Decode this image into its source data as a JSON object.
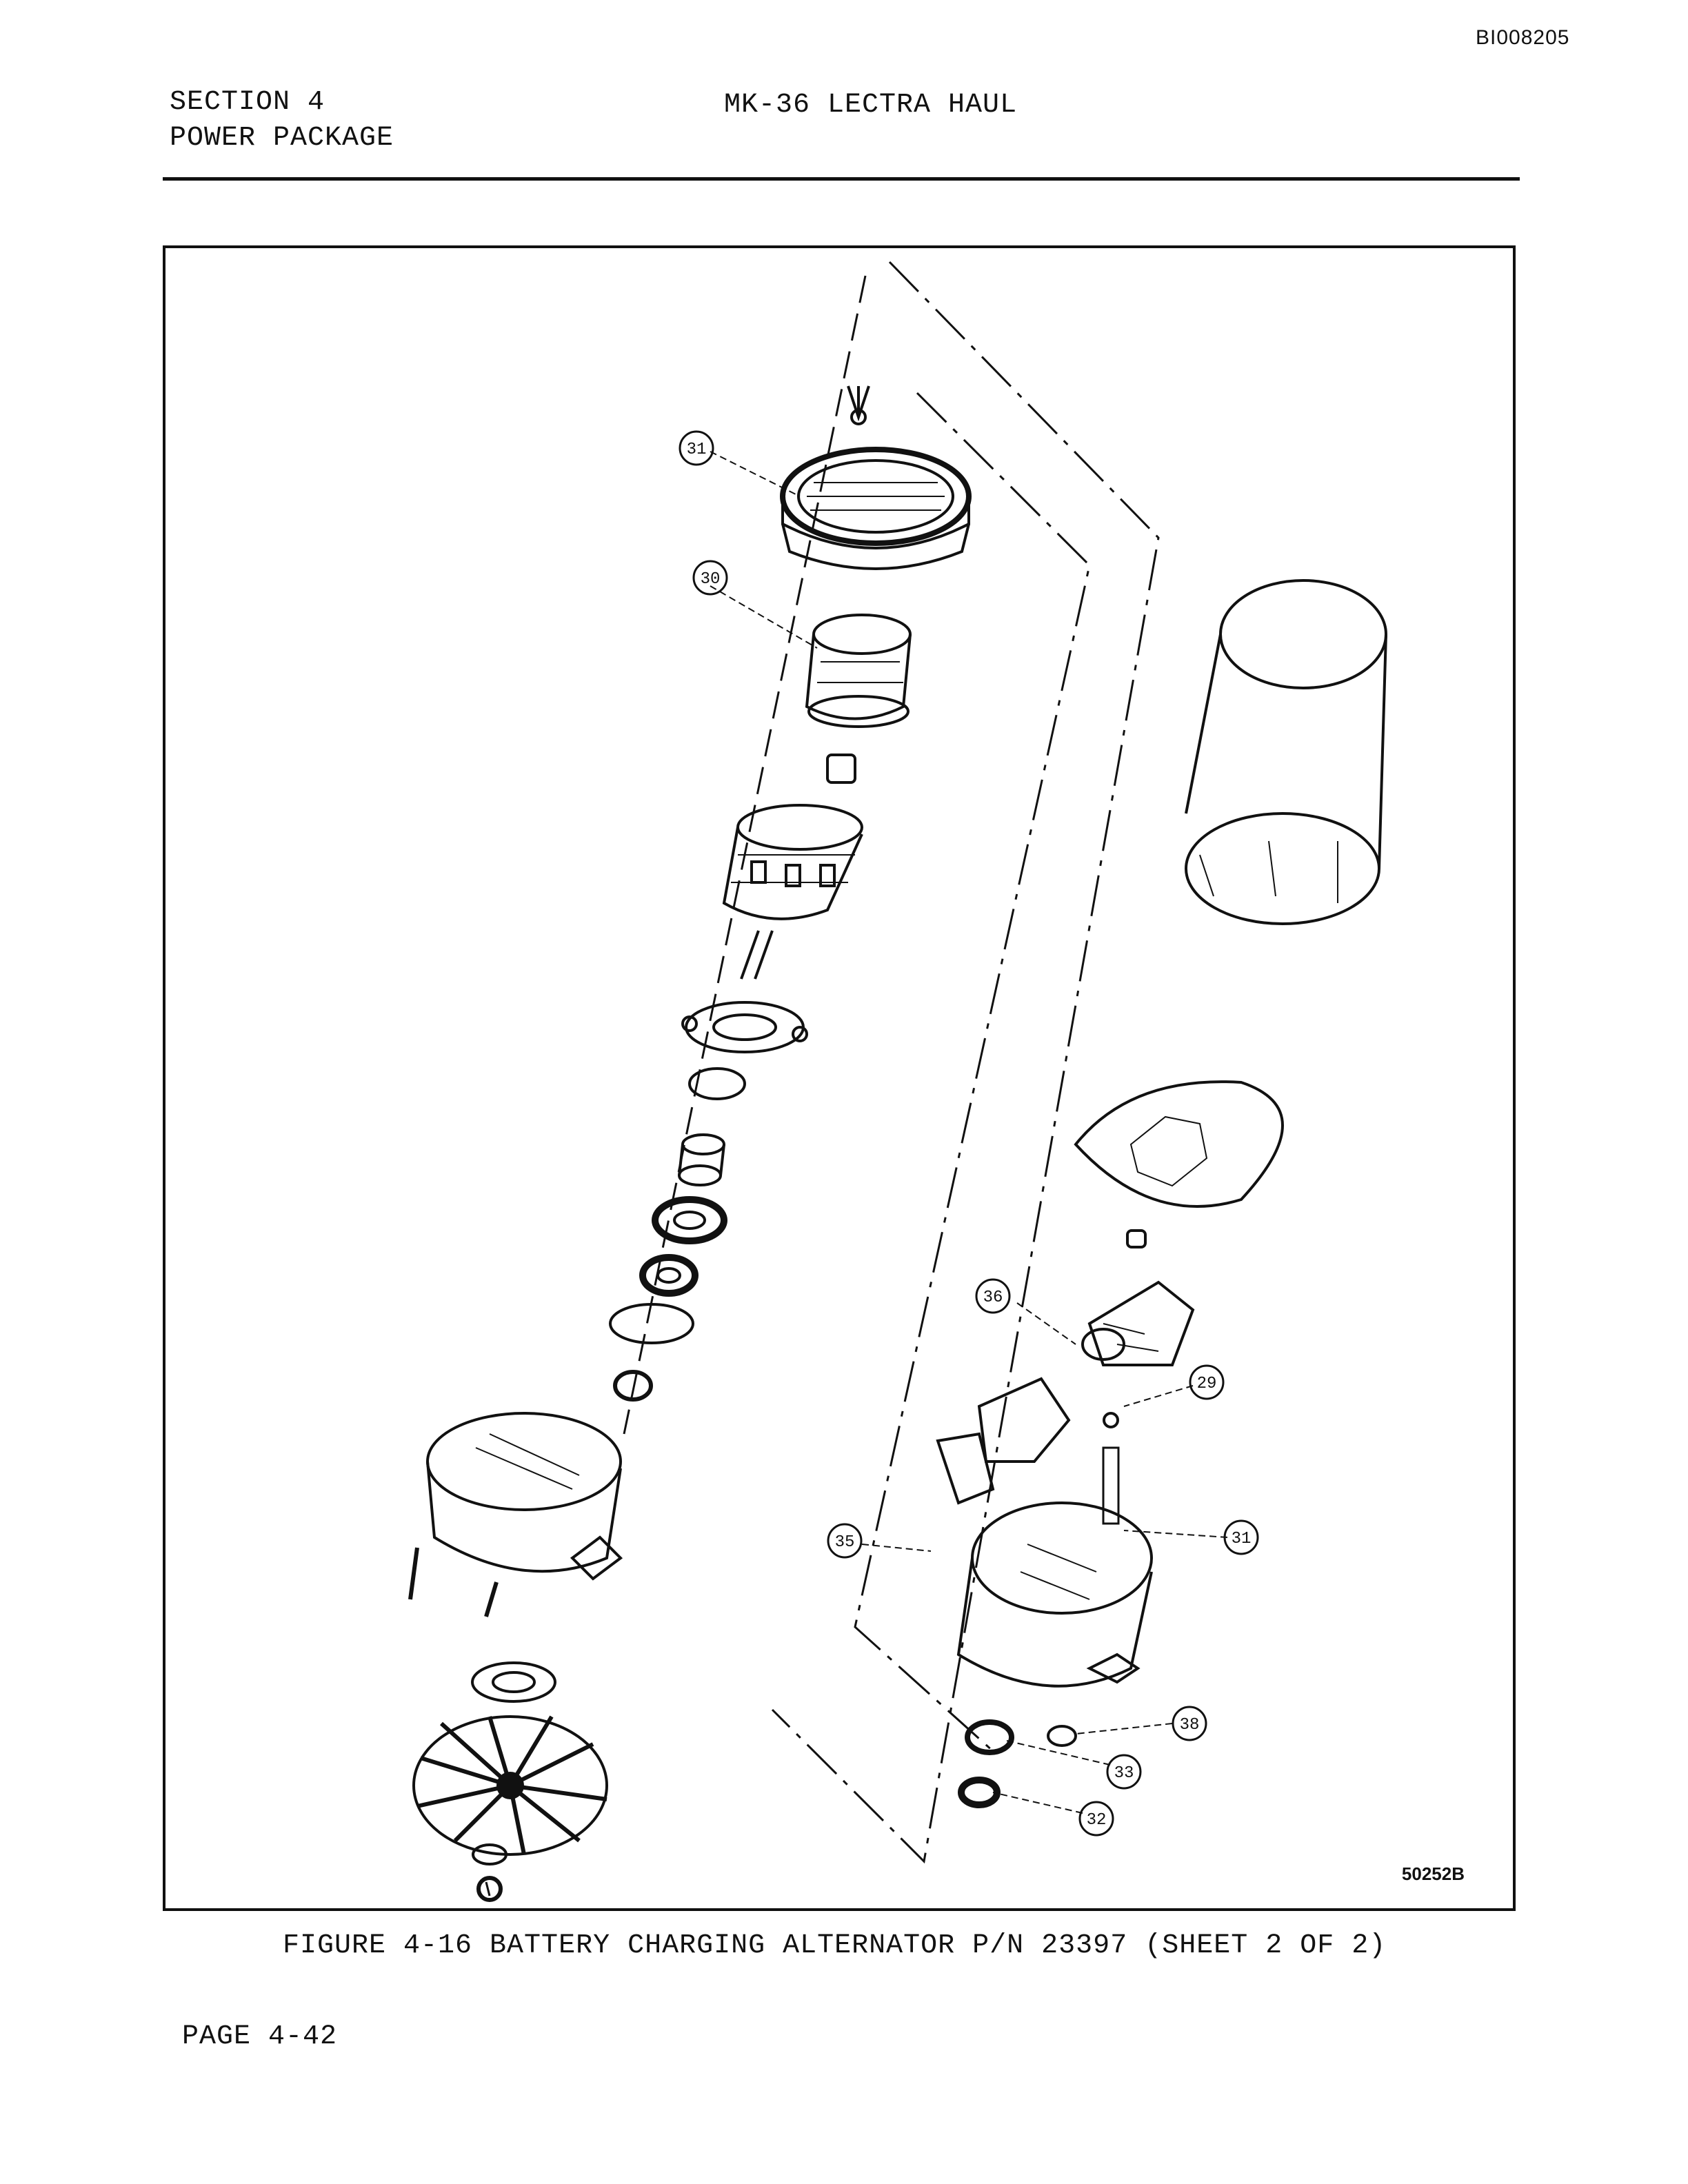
{
  "document": {
    "doc_id": "BI008205",
    "section_label": "SECTION 4",
    "section_name": "POWER PACKAGE",
    "title": "MK-36 LECTRA HAUL",
    "page_number": "PAGE 4-42"
  },
  "figure": {
    "caption": "FIGURE 4-16  BATTERY CHARGING ALTERNATOR P/N 23397 (SHEET 2 OF 2)",
    "drawing_number": "50252B",
    "callouts": [
      "31",
      "30",
      "36",
      "29",
      "31",
      "35",
      "38",
      "33",
      "32"
    ]
  }
}
